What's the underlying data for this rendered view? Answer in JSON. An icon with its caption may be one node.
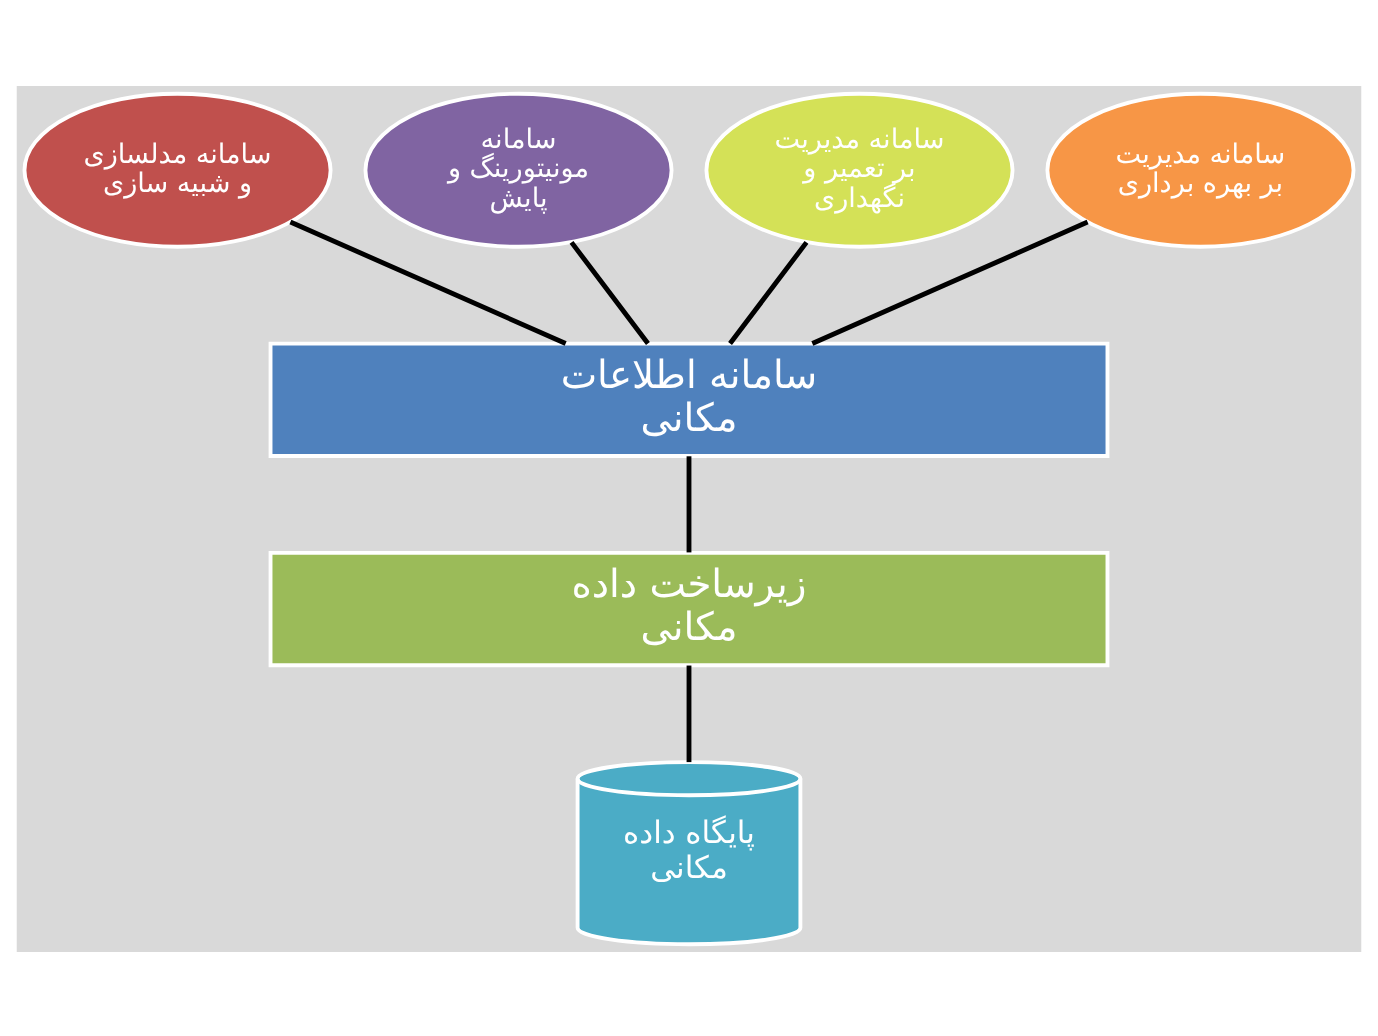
{
  "diagram": {
    "nodes": [
      {
        "text": [
          "سامانه مدلسازی و شبیه سازی"
        ]
      },
      {
        "text": [
          "سامانه مونیتورینگ و پایش"
        ]
      },
      {
        "text": [
          "سامانه مدیریت بر تعمیر و نگهداری"
        ]
      },
      {
        "text": [
          "سامانه مدیریت بر بهره برداری"
        ]
      },
      {
        "text": [
          "سامانه اطلاعات مکانی"
        ]
      },
      {
        "text": [
          "زیرساخت داده مکانی"
        ]
      },
      {
        "text": [
          "پایگاه داده مکانی"
        ]
      }
    ],
    "edges": [
      {
        "from": 0,
        "to": 4,
        "arrow": "none"
      },
      {
        "from": 1,
        "to": 4,
        "arrow": "none"
      },
      {
        "from": 2,
        "to": 4,
        "arrow": "none"
      },
      {
        "from": 3,
        "to": 4,
        "arrow": "none"
      },
      {
        "from": 4,
        "to": 5,
        "arrow": "none"
      },
      {
        "from": 5,
        "to": 6,
        "arrow": "none"
      }
    ]
  }
}
